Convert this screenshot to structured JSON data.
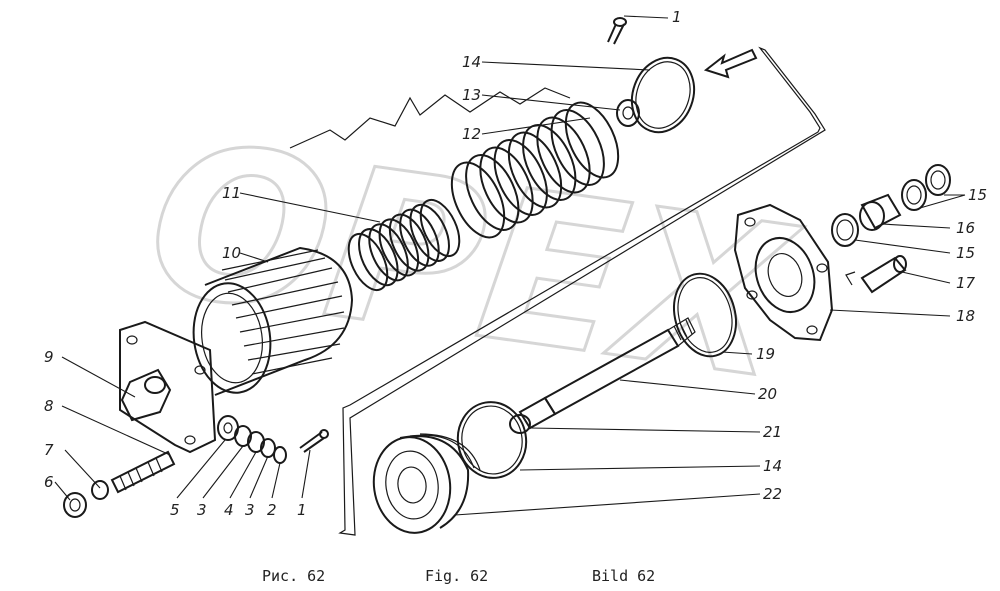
{
  "watermark": "OPEX",
  "captions": [
    "Рис. 62",
    "Fig. 62",
    "Bild 62"
  ],
  "labels": [
    {
      "id": "l1a",
      "text": "1"
    },
    {
      "id": "l14a",
      "text": "14"
    },
    {
      "id": "l13",
      "text": "13"
    },
    {
      "id": "l12",
      "text": "12"
    },
    {
      "id": "l11",
      "text": "11"
    },
    {
      "id": "l10",
      "text": "10"
    },
    {
      "id": "l9",
      "text": "9"
    },
    {
      "id": "l8",
      "text": "8"
    },
    {
      "id": "l7",
      "text": "7"
    },
    {
      "id": "l6",
      "text": "6"
    },
    {
      "id": "l5",
      "text": "5"
    },
    {
      "id": "l3a",
      "text": "3"
    },
    {
      "id": "l4",
      "text": "4"
    },
    {
      "id": "l3b",
      "text": "3"
    },
    {
      "id": "l2",
      "text": "2"
    },
    {
      "id": "l1b",
      "text": "1"
    },
    {
      "id": "l15a",
      "text": "15"
    },
    {
      "id": "l16",
      "text": "16"
    },
    {
      "id": "l15b",
      "text": "15"
    },
    {
      "id": "l17",
      "text": "17"
    },
    {
      "id": "l18",
      "text": "18"
    },
    {
      "id": "l19",
      "text": "19"
    },
    {
      "id": "l20",
      "text": "20"
    },
    {
      "id": "l21",
      "text": "21"
    },
    {
      "id": "l14b",
      "text": "14"
    },
    {
      "id": "l22",
      "text": "22"
    }
  ]
}
